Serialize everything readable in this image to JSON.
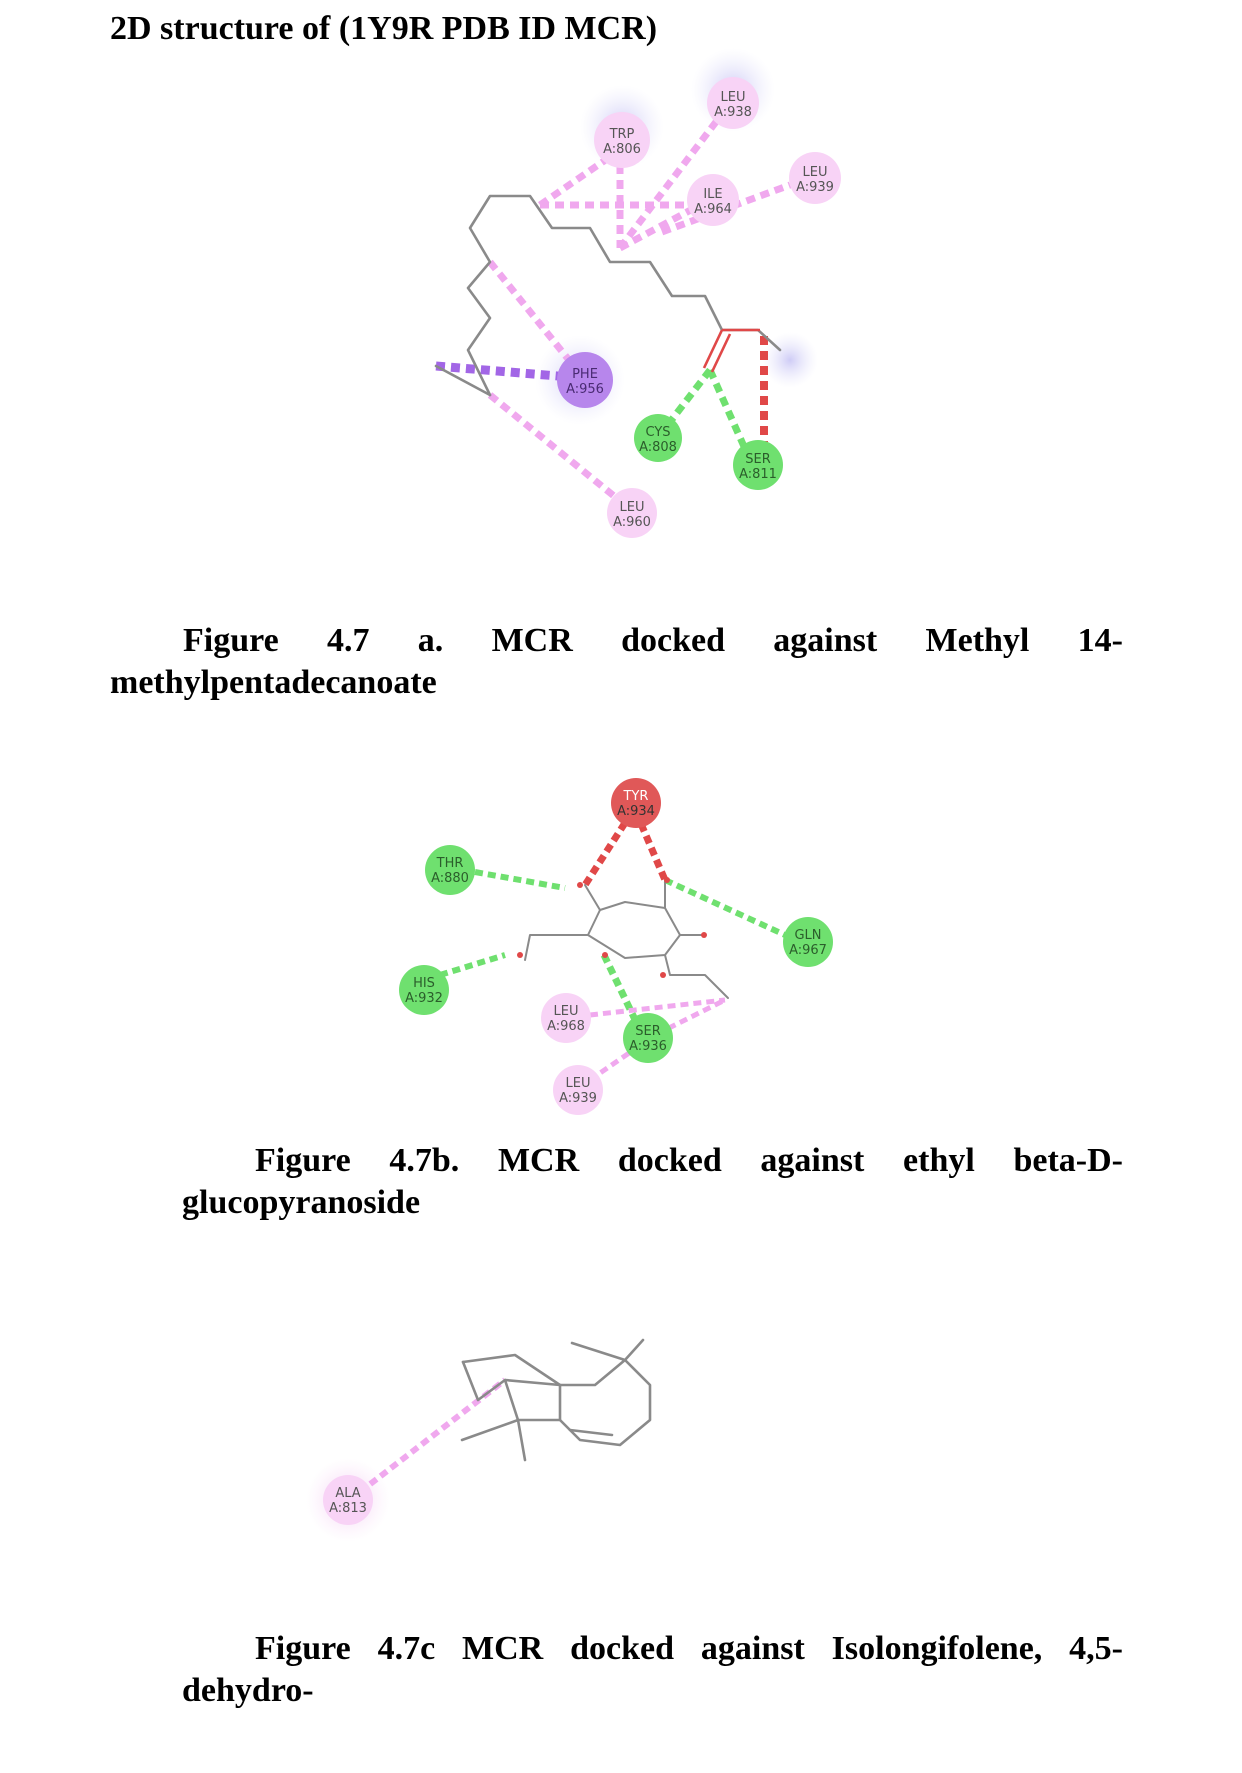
{
  "heading": "2D structure of (1Y9R PDB ID MCR)",
  "colors": {
    "pi_alkyl": "#f0a8ee",
    "pi_sigma": "#a266e6",
    "hbond": "#6fe06f",
    "unfavorable": "#e04848",
    "bond": "#8a8a8a"
  },
  "figures": [
    {
      "caption_line1": "Figure 4.7 a. MCR docked against Methyl 14-",
      "caption_line2": "methylpentadecanoate",
      "residues": [
        {
          "name": "TRP",
          "num": "A:806",
          "type": "alkyl"
        },
        {
          "name": "LEU",
          "num": "A:938",
          "type": "alkyl"
        },
        {
          "name": "LEU",
          "num": "A:939",
          "type": "alkyl"
        },
        {
          "name": "ILE",
          "num": "A:964",
          "type": "alkyl"
        },
        {
          "name": "PHE",
          "num": "A:956",
          "type": "pi-sigma"
        },
        {
          "name": "CYS",
          "num": "A:808",
          "type": "hbond"
        },
        {
          "name": "SER",
          "num": "A:811",
          "type": "hbond"
        },
        {
          "name": "LEU",
          "num": "A:960",
          "type": "alkyl"
        }
      ]
    },
    {
      "caption_line1": "Figure 4.7b. MCR docked against ethyl beta-D-",
      "caption_line2": "glucopyranoside",
      "residues": [
        {
          "name": "TYR",
          "num": "A:934",
          "type": "unfavorable"
        },
        {
          "name": "THR",
          "num": "A:880",
          "type": "hbond"
        },
        {
          "name": "GLN",
          "num": "A:967",
          "type": "hbond"
        },
        {
          "name": "HIS",
          "num": "A:932",
          "type": "hbond"
        },
        {
          "name": "LEU",
          "num": "A:968",
          "type": "alkyl"
        },
        {
          "name": "SER",
          "num": "A:936",
          "type": "hbond"
        },
        {
          "name": "LEU",
          "num": "A:939",
          "type": "alkyl"
        }
      ]
    },
    {
      "caption_line1": "Figure 4.7c MCR docked against Isolongifolene, 4,5-",
      "caption_line2": "dehydro-",
      "residues": [
        {
          "name": "ALA",
          "num": "A:813",
          "type": "alkyl"
        }
      ]
    }
  ]
}
